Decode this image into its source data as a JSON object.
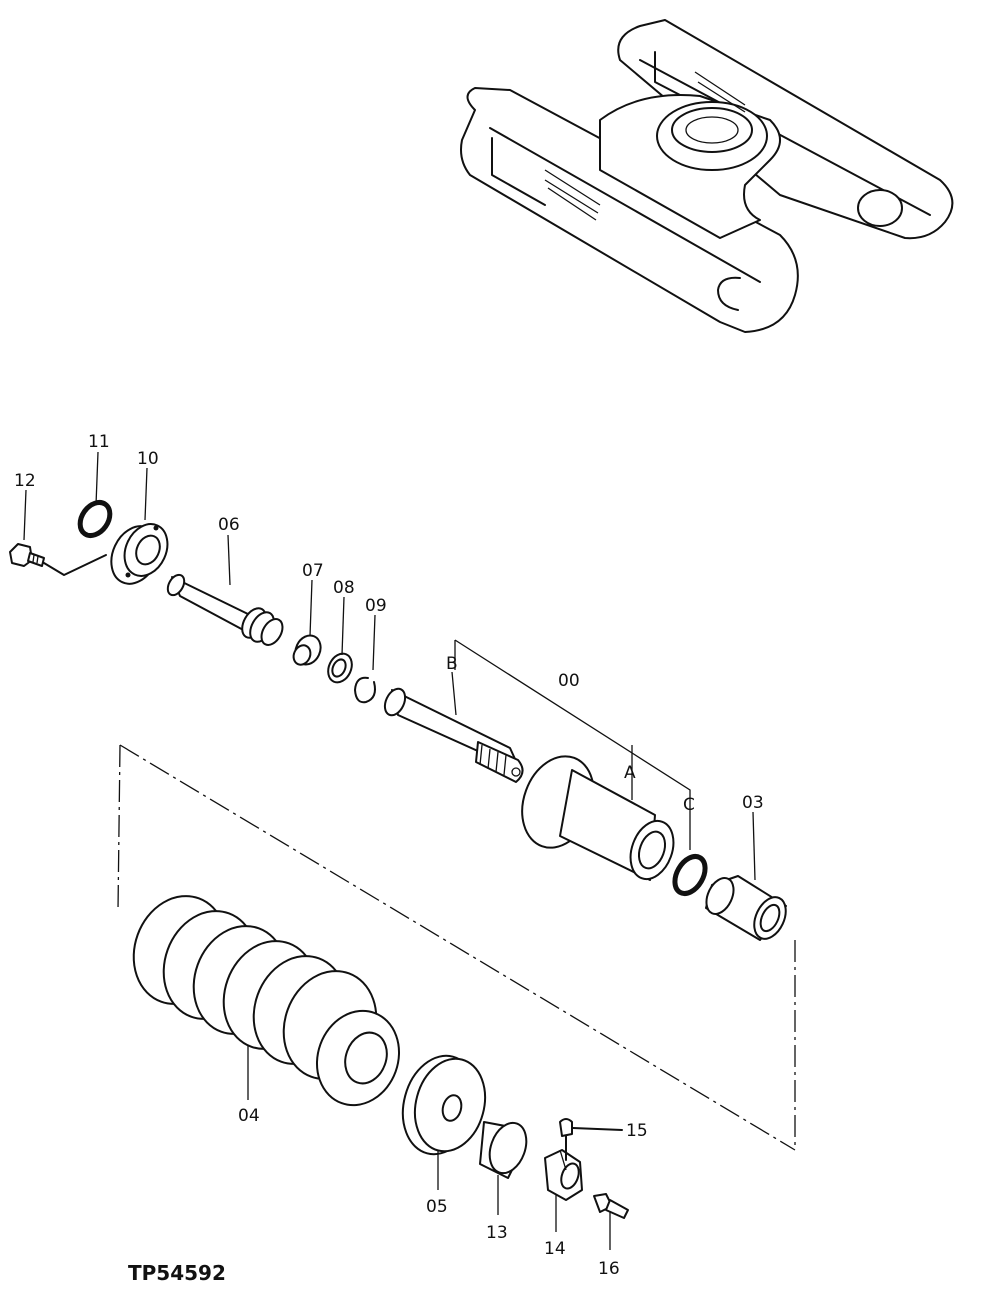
{
  "figure_code": "TP54592",
  "callouts": {
    "c00": "00",
    "c03": "03",
    "c04": "04",
    "c05": "05",
    "c06": "06",
    "c07": "07",
    "c08": "08",
    "c09": "09",
    "c10": "10",
    "c11": "11",
    "c12": "12",
    "c13": "13",
    "c14": "14",
    "c15": "15",
    "c16": "16",
    "cA": "A",
    "cB": "B",
    "cC": "C"
  },
  "colors": {
    "line": "#111111",
    "background": "#ffffff"
  }
}
